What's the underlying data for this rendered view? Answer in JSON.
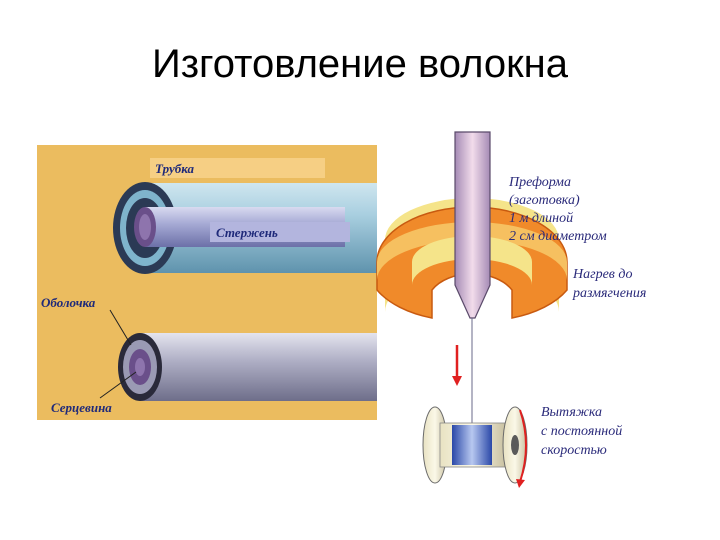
{
  "slide": {
    "title": "Изготовление волокна"
  },
  "left_panel": {
    "labels": {
      "tube": "Трубка",
      "rod": "Стержень",
      "cladding": "Оболочка",
      "core": "Серцевина"
    },
    "colors": {
      "background": "#e9b85a",
      "tube": "#8fbcd0",
      "rod": "#9aa0cc",
      "fiber": "#a6a6be"
    }
  },
  "right_panel": {
    "labels": {
      "preform_line1": "Преформа",
      "preform_line2": "(заготовка)",
      "preform_line3": "1 м длиной",
      "preform_line4": "2 см диаметром",
      "heating_line1": "Нагрев до",
      "heating_line2": "размягчения",
      "draw_line1": "Вытяжка",
      "draw_line2": "с постоянной",
      "draw_line3": "скоростью"
    },
    "colors": {
      "furnace_outer": "#f08a2a",
      "furnace_inner": "#f5e48a",
      "preform": "#e8c6dc",
      "arrow": "#e02020"
    }
  }
}
